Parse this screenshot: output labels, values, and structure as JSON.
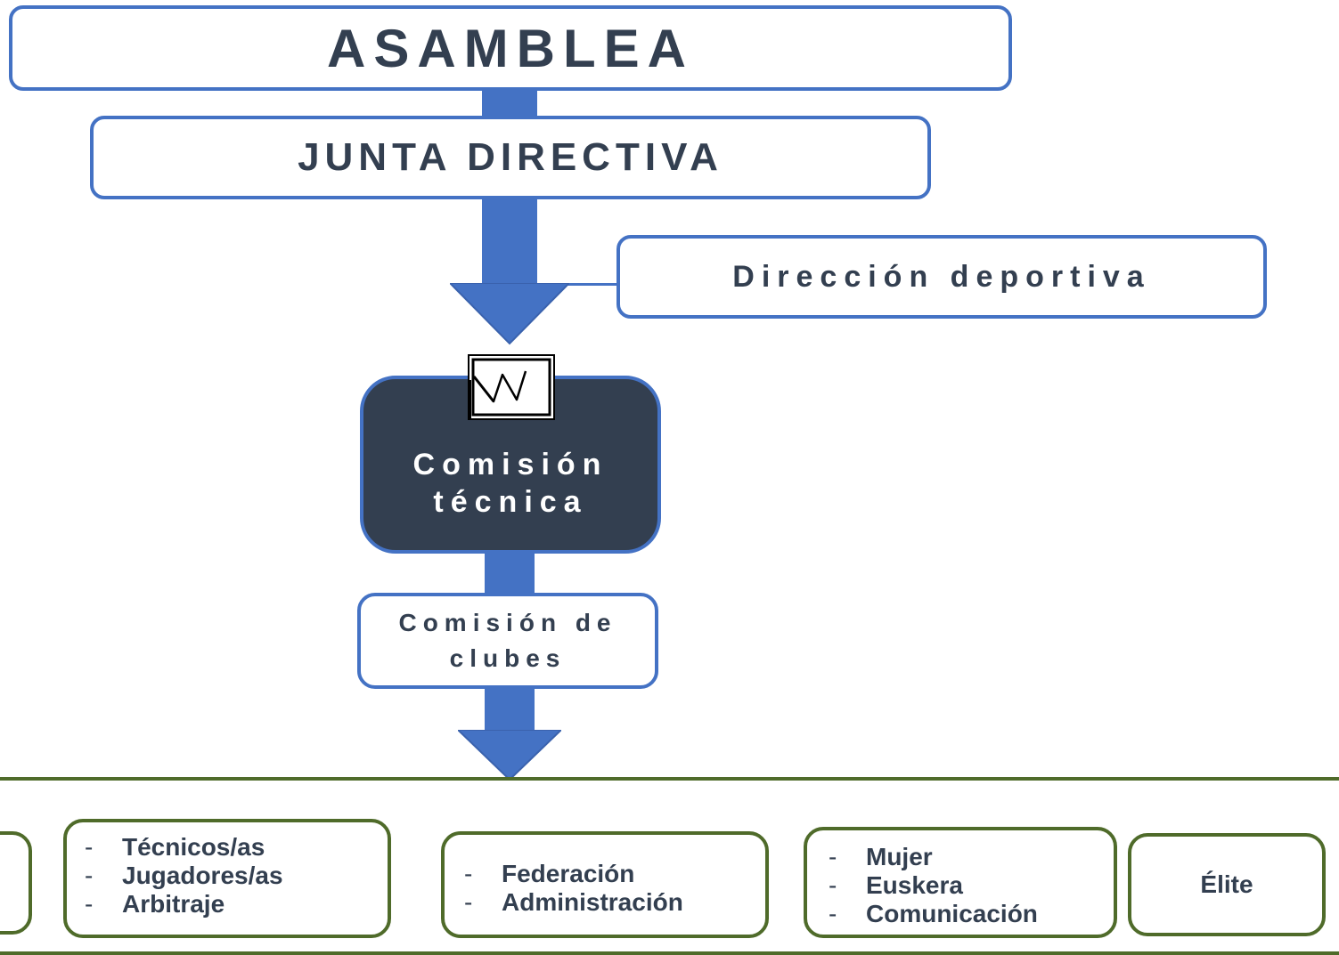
{
  "asamblea": {
    "label": "ASAMBLEA"
  },
  "junta": {
    "label": "JUNTA DIRECTIVA"
  },
  "direccion": {
    "label": "Dirección deportiva"
  },
  "comision_tecnica": {
    "line1": "Comisión",
    "line2": "técnica"
  },
  "comision_clubes": {
    "line1": "Comisión de",
    "line2": "clubes"
  },
  "groups": {
    "g1": {
      "items": [
        "Técnicos/as",
        "Jugadores/as",
        "Arbitraje"
      ]
    },
    "g2": {
      "items": [
        "Federación",
        "Administración"
      ]
    },
    "g3": {
      "items": [
        "Mujer",
        "Euskera",
        "Comunicación"
      ]
    },
    "g4": {
      "label": "Élite"
    }
  },
  "colors": {
    "blue": "#4472c4",
    "dark_navy": "#333f50",
    "green_border": "#4f6b2a"
  },
  "icons": {
    "comision_tecnica_icon": "whiteboard-icon"
  }
}
